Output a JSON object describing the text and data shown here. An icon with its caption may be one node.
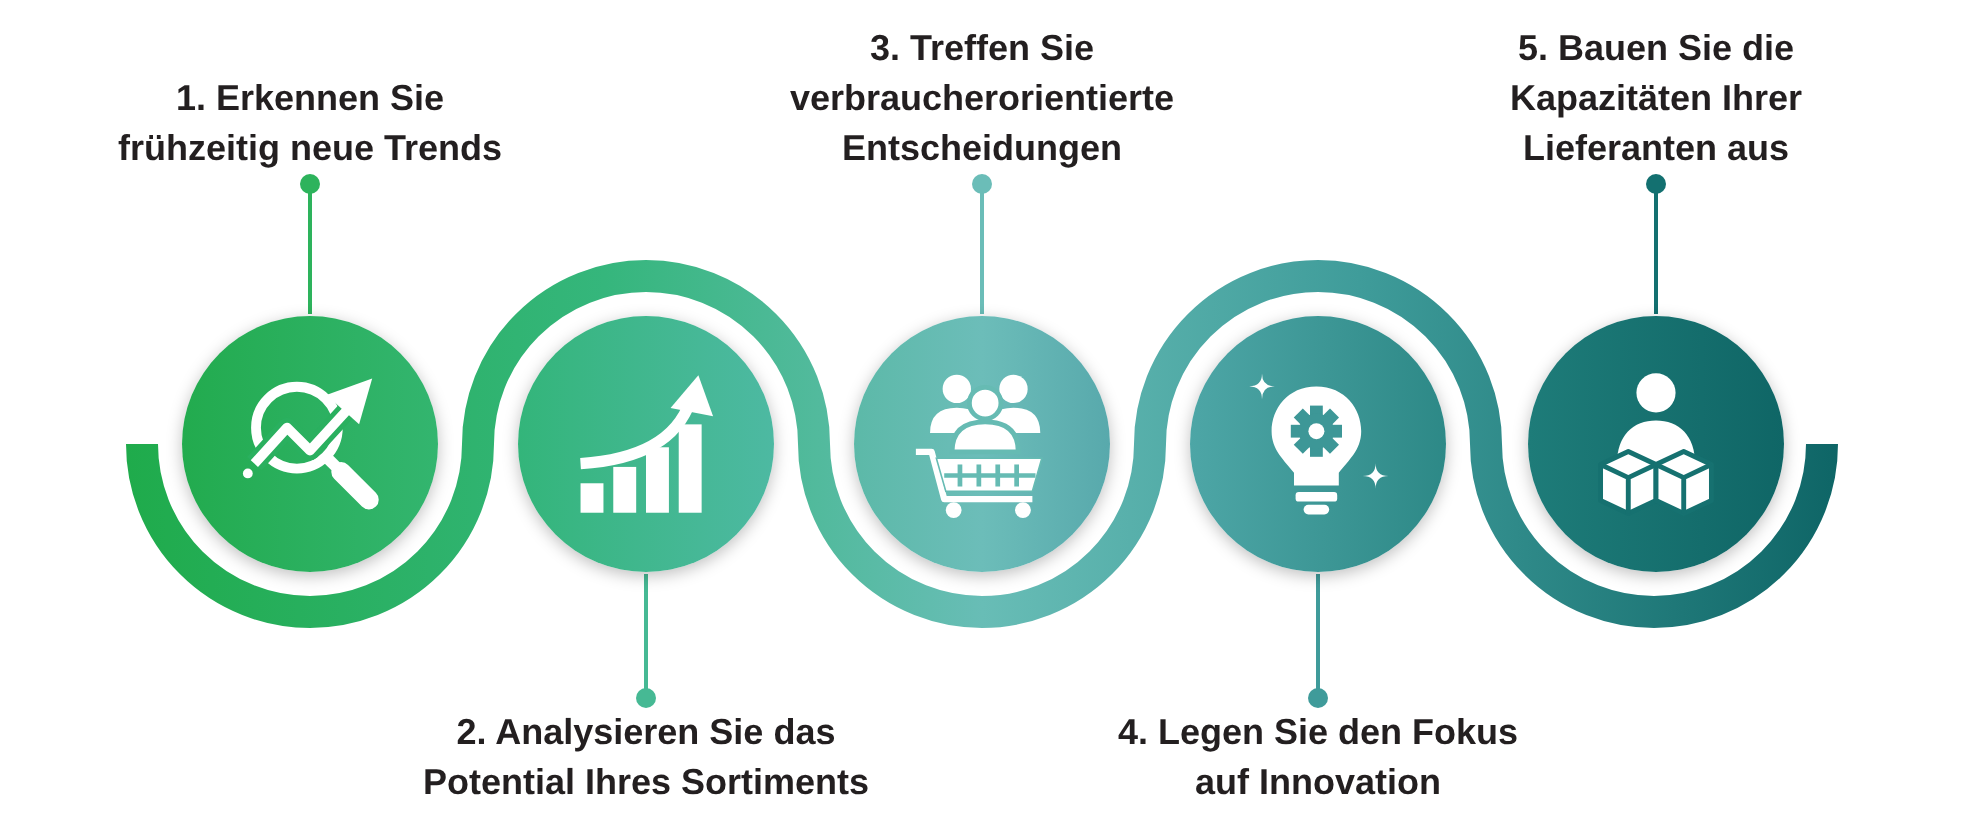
{
  "diagram": {
    "nodes": [
      {
        "text": [
          "1. Erkennen Sie frühzeitig neue Trends"
        ]
      },
      {
        "text": [],
        "shape": "circle"
      },
      {
        "text": [
          "2. Analysieren Sie das Potential Ihres Sortiments"
        ]
      },
      {
        "text": [],
        "shape": "circle"
      },
      {
        "text": [
          "3. Treffen Sie verbraucherorientierte Entscheidungen"
        ]
      },
      {
        "text": [],
        "shape": "circle"
      },
      {
        "text": [
          "4. Legen Sie den Fokus auf Innovation"
        ]
      },
      {
        "text": [],
        "shape": "circle"
      },
      {
        "text": [
          "5. Bauen Sie die Kapazitäten Ihrer Lieferanten aus"
        ]
      },
      {
        "text": [],
        "shape": "circle"
      }
    ],
    "edges": [
      {
        "from": 0,
        "to": 1,
        "arrow": "other",
        "color": "#2db35c"
      },
      {
        "from": 2,
        "to": 3,
        "arrow": "other",
        "color": "#46b994"
      },
      {
        "from": 4,
        "to": 5,
        "arrow": "other",
        "color": "#6bbdb8"
      },
      {
        "from": 6,
        "to": 7,
        "arrow": "other",
        "color": "#3f9b9a"
      },
      {
        "from": 8,
        "to": 9,
        "arrow": "other",
        "color": "#137070"
      }
    ]
  }
}
